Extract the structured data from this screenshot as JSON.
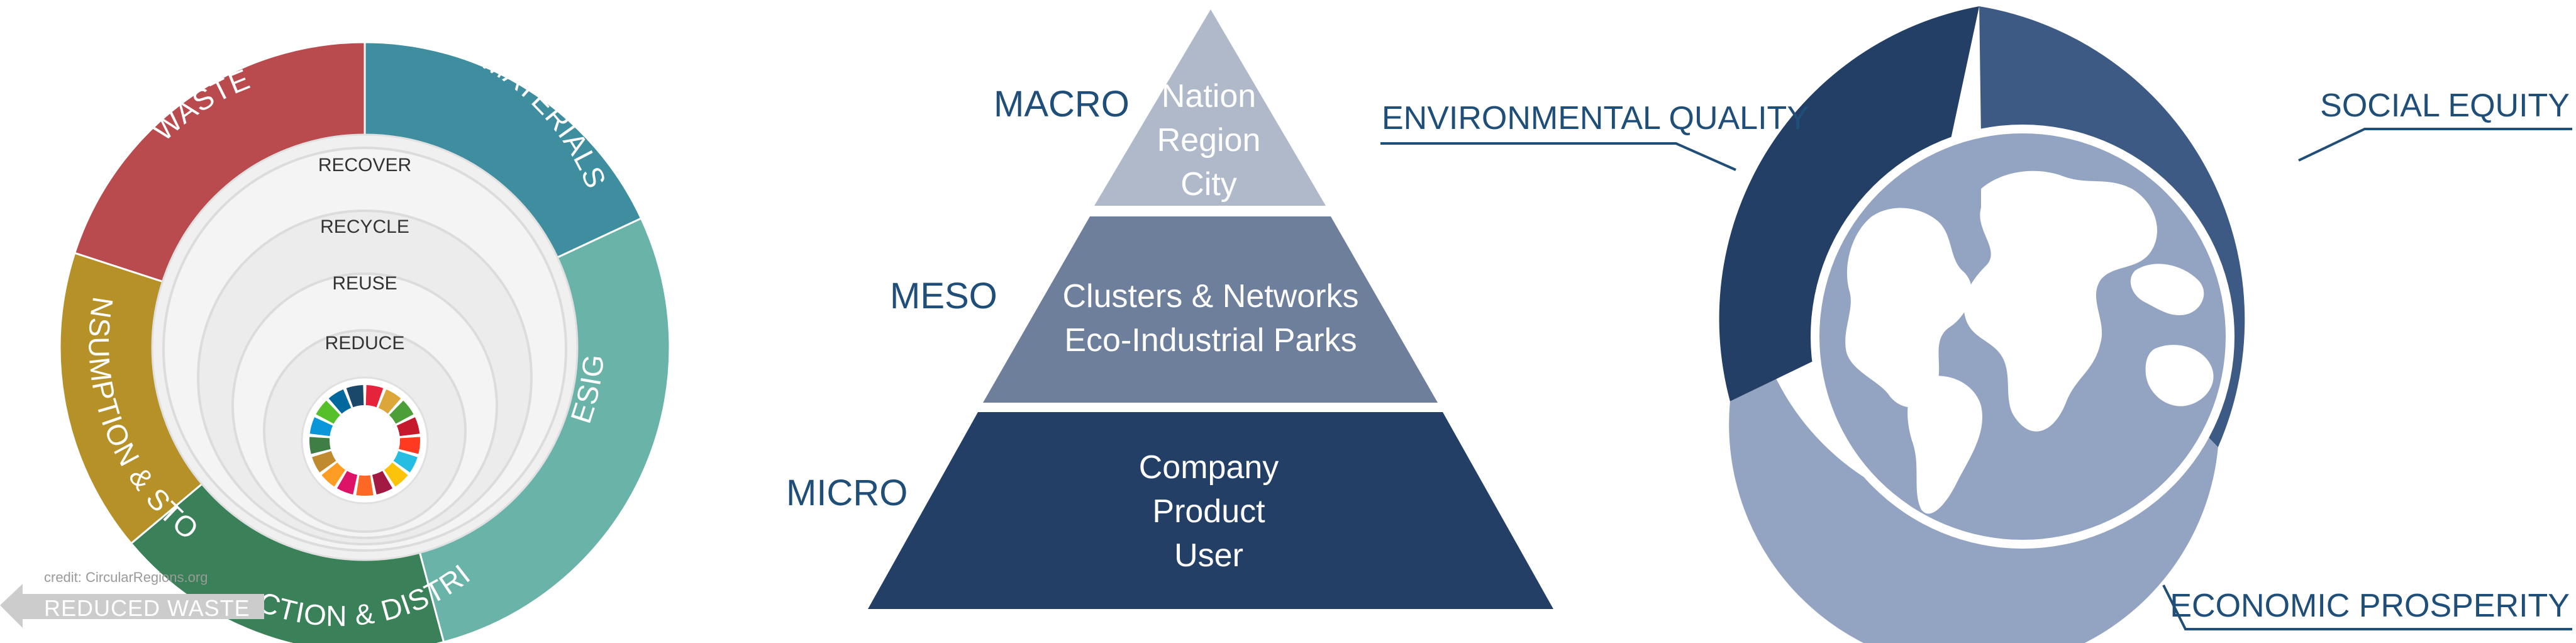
{
  "circular_economy": {
    "segments": [
      {
        "label": "WASTE",
        "color": "#b94a4e"
      },
      {
        "label": "MATERIALS",
        "color": "#3e8ea0"
      },
      {
        "label": "DESIGN",
        "color": "#6ab3a8"
      },
      {
        "label": "PRODUCTION & DISTRIBUTION",
        "color": "#3a8058"
      },
      {
        "label": "CONSUMPTION & STOCK",
        "color": "#b59128"
      }
    ],
    "rings": [
      "RECOVER",
      "RECYCLE",
      "REUSE",
      "REDUCE"
    ],
    "credit": "credit: CircularRegions.org",
    "reduced_waste_label": "REDUCED WASTE",
    "sdg_colors": [
      "#e5243b",
      "#dda63a",
      "#4c9f38",
      "#c5192d",
      "#ff3a21",
      "#26bde2",
      "#fcc30b",
      "#a21942",
      "#fd6925",
      "#dd1367",
      "#fd9d24",
      "#bf8b2e",
      "#3f7e44",
      "#0a97d9",
      "#56c02b",
      "#00689d",
      "#19486a"
    ]
  },
  "pyramid": {
    "levels": [
      {
        "side_label": "MACRO",
        "lines": [
          "Nation",
          "Region",
          "City"
        ],
        "color": "#b0b9c9"
      },
      {
        "side_label": "MESO",
        "lines": [
          "Clusters & Networks",
          "Eco-Industrial Parks"
        ],
        "color": "#6e7f9c"
      },
      {
        "side_label": "MICRO",
        "lines": [
          "Company",
          "Product",
          "User"
        ],
        "color": "#243f66"
      }
    ]
  },
  "sustainability": {
    "environmental": {
      "label": "ENVIRONMENTAL QUALITY",
      "color": "#243f66"
    },
    "social": {
      "label": "SOCIAL EQUITY",
      "color": "#3d5a85"
    },
    "economic": {
      "label": "ECONOMIC PROSPERITY",
      "color": "#93a4c2"
    },
    "globe_land_color": "#ffffff",
    "globe_sea_color": "#93a4c2",
    "label_color": "#1f4e79"
  }
}
